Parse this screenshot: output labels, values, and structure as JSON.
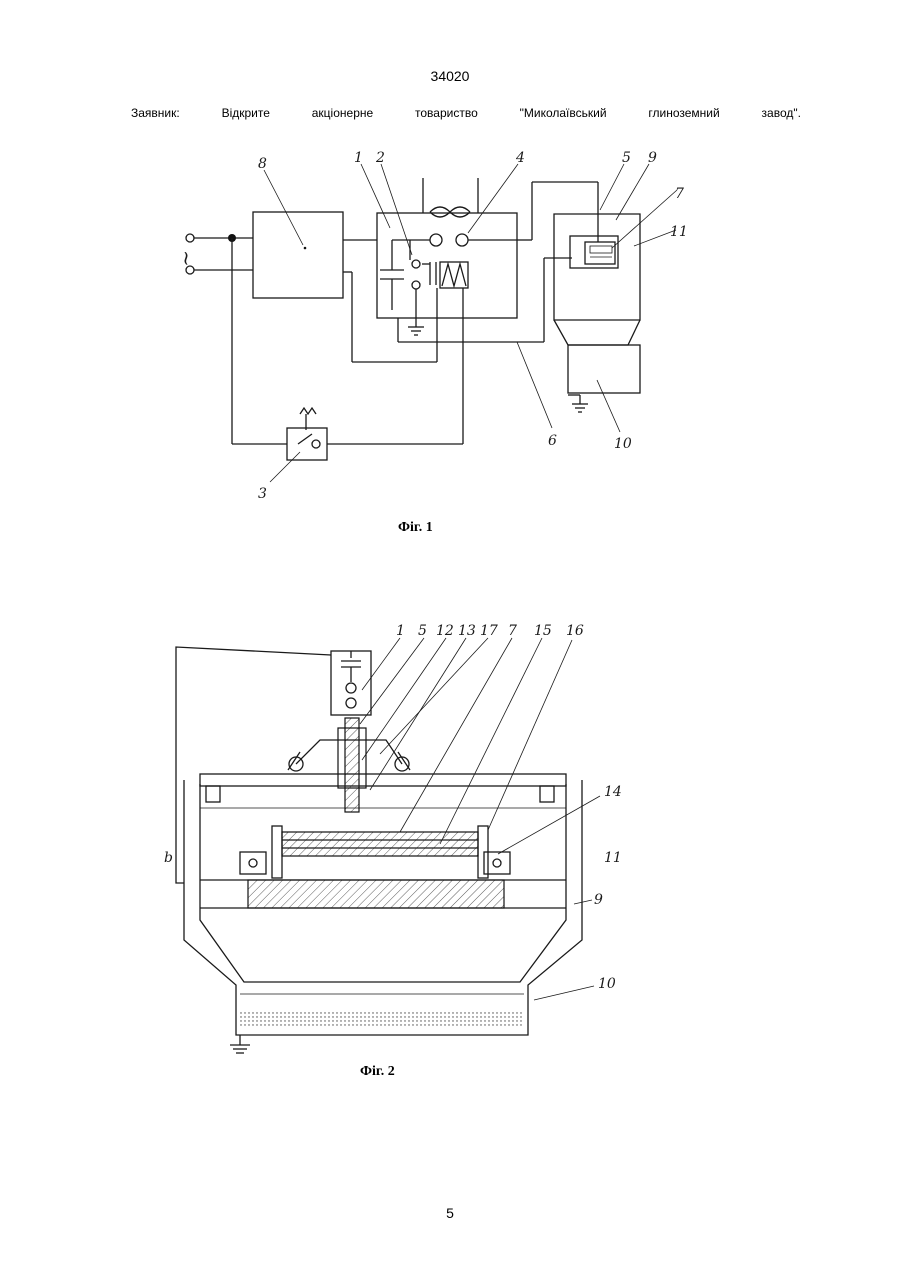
{
  "header": {
    "doc_number": "34020",
    "applicant_words": [
      "Заявник:",
      "Відкрите",
      "акціонерне",
      "товариство",
      "\"Миколаївський",
      "глиноземний",
      "завод\"."
    ]
  },
  "figure1": {
    "caption": "Фіг. 1",
    "labels": {
      "l8": "8",
      "l1": "1",
      "l2": "2",
      "l4": "4",
      "l5": "5",
      "l9": "9",
      "l7": "7",
      "l11": "11",
      "l6": "6",
      "l10": "10",
      "l3": "3",
      "source": "~"
    }
  },
  "figure2": {
    "caption": "Фіг. 2",
    "labels": {
      "l1": "1",
      "l5": "5",
      "l12": "12",
      "l13": "13",
      "l17": "17",
      "l7": "7",
      "l15": "15",
      "l16": "16",
      "l14": "14",
      "l11": "11",
      "l9": "9",
      "l10": "10",
      "lb": "b"
    }
  },
  "footer": {
    "page_number": "5"
  }
}
